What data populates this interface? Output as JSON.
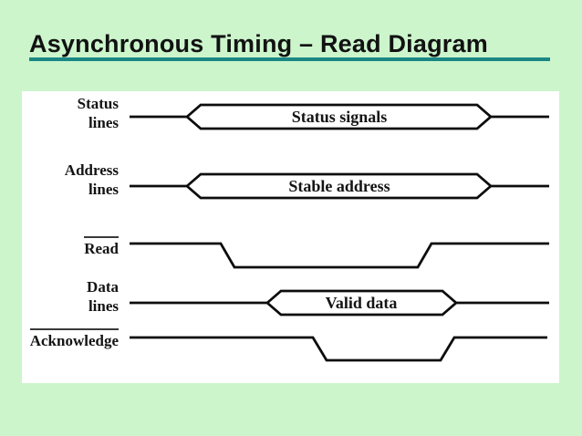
{
  "title": "Asynchronous Timing – Read Diagram",
  "colors": {
    "background": "#ccf5cc",
    "title_underline": "#1b8784",
    "panel": "#ffffff",
    "waveform": "#0d0d0d"
  },
  "diagram": {
    "signals": [
      {
        "name": "status-lines",
        "label": [
          "Status",
          "lines"
        ],
        "active_low": false,
        "waveform": "bus",
        "bus_label": "Status signals"
      },
      {
        "name": "address-lines",
        "label": [
          "Address",
          "lines"
        ],
        "active_low": false,
        "waveform": "bus",
        "bus_label": "Stable address"
      },
      {
        "name": "read",
        "label": [
          "Read"
        ],
        "active_low": true,
        "waveform": "low-pulse",
        "bus_label": ""
      },
      {
        "name": "data-lines",
        "label": [
          "Data",
          "lines"
        ],
        "active_low": false,
        "waveform": "bus",
        "bus_label": "Valid data"
      },
      {
        "name": "acknowledge",
        "label": [
          "Acknowledge"
        ],
        "active_low": true,
        "waveform": "low-pulse",
        "bus_label": ""
      }
    ]
  }
}
